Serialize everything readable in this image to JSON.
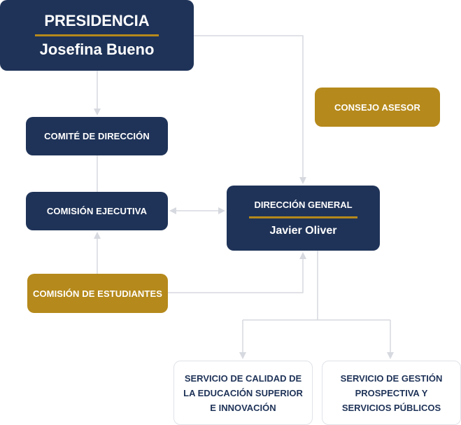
{
  "presidencia": {
    "title": "PRESIDENCIA",
    "name": "Josefina Bueno"
  },
  "comite_direccion": "COMITÉ DE DIRECCIÓN",
  "comision_ejecutiva": "COMISIÓN EJECUTIVA",
  "comision_estudiantes": "COMISIÓN DE ESTUDIANTES",
  "consejo_asesor": "CONSEJO ASESOR",
  "direccion_general": {
    "title": "DIRECCIÓN GENERAL",
    "name": "Javier Oliver"
  },
  "servicio_calidad": "SERVICIO DE CALIDAD DE LA EDUCACIÓN SUPERIOR E INNOVACIÓN",
  "servicio_gestion": "SERVICIO DE GESTIÓN PROSPECTIVA Y SERVICIOS PÚBLICOS",
  "colors": {
    "navy": "#1f3358",
    "gold": "#b5891b",
    "connector": "#d6d9df"
  }
}
